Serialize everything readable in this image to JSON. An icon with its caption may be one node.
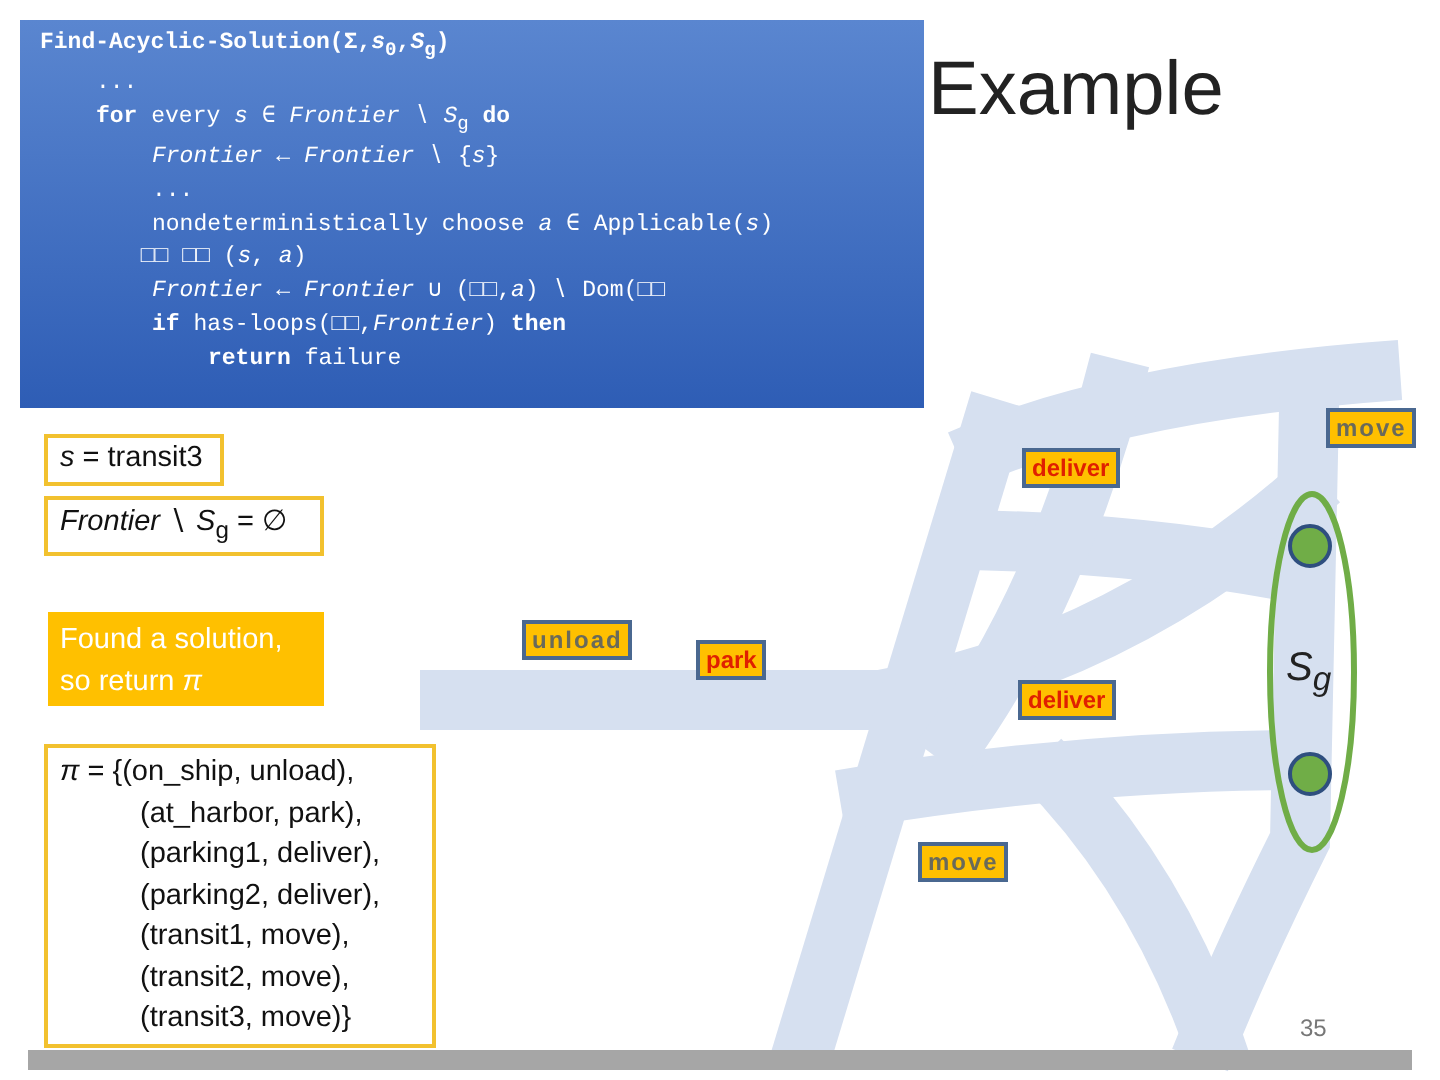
{
  "diagram": {
    "title": "Example",
    "nodes": [
      {
        "text": [
          "Find-Acyclic-Solution(Σ,*s*$_{0}$,*S*$_{g}$)",
          "...",
          "**for** every *s* ∈ *Frontier* ∖ *S*$_{g}$ **do**",
          "*Frontier* ← *Frontier* ∖ {*s*}",
          "...",
          "nondeterministically choose *a* ∈ Applicable(*s*)",
          "□□ □□ (*s*, *a*)",
          "*Frontier* ← *Frontier* ∪ (□□,*a*) ∖ Dom(□□",
          "**if** has-loops(□□,*Frontier*) **then**",
          "**return** failure"
        ]
      },
      {
        "text": [
          "*s* = transit3"
        ]
      },
      {
        "text": [
          "*Frontier* ∖ *S*$_{g}$ = ∅"
        ]
      },
      {
        "text": [
          "Found a solution, so return *π*"
        ]
      },
      {
        "text": [
          "*π* = {(on_ship, unload),",
          "(at_harbor, park),",
          "(parking1, deliver),",
          "(parking2, deliver),",
          "(transit1, move),",
          "(transit2, move),",
          "(transit3, move)}"
        ]
      },
      {
        "text": [
          "move"
        ]
      },
      {
        "text": [
          "deliver"
        ]
      },
      {
        "text": [
          "unload"
        ]
      },
      {
        "text": [
          "park"
        ]
      },
      {
        "text": [
          "deliver"
        ]
      },
      {
        "text": [
          "move"
        ]
      },
      {
        "text": [
          "*S*$_{g}$"
        ]
      },
      {
        "text": [],
        "shape": "circle",
        "in": 11
      },
      {
        "text": [],
        "shape": "circle",
        "in": 11
      }
    ],
    "labels": [
      "35"
    ]
  }
}
